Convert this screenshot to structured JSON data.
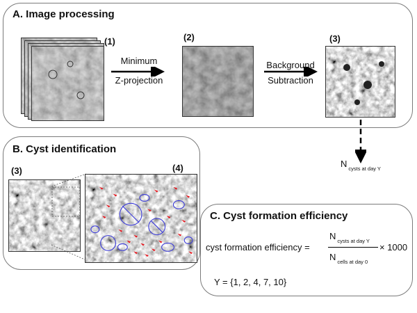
{
  "panel_a": {
    "title": "A. Image processing",
    "step1_label": "(1)",
    "step2_label": "(2)",
    "step3_label": "(3)",
    "arrow1_line1": "Minimum",
    "arrow1_line2": "Z-projection",
    "arrow2_line1": "Background",
    "arrow2_line2": "Subtraction"
  },
  "output_count": {
    "n": "N",
    "subscript": "cysts at day Y"
  },
  "panel_b": {
    "title": "B. Cyst identification",
    "left_label": "(3)",
    "right_label": "(4)"
  },
  "panel_c": {
    "title": "C. Cyst formation efficiency",
    "lhs": "cyst formation efficiency =",
    "num_n": "N",
    "num_sub": "cysts at day Y",
    "den_n": "N",
    "den_sub": "cells at day 0",
    "multiplier": "× 1000",
    "y_def": "Y = {1, 2, 4, 7, 10}"
  },
  "colors": {
    "border": "#7a7a7a",
    "marker_red": "#e8141b",
    "marker_blue": "#3a3ad8"
  }
}
